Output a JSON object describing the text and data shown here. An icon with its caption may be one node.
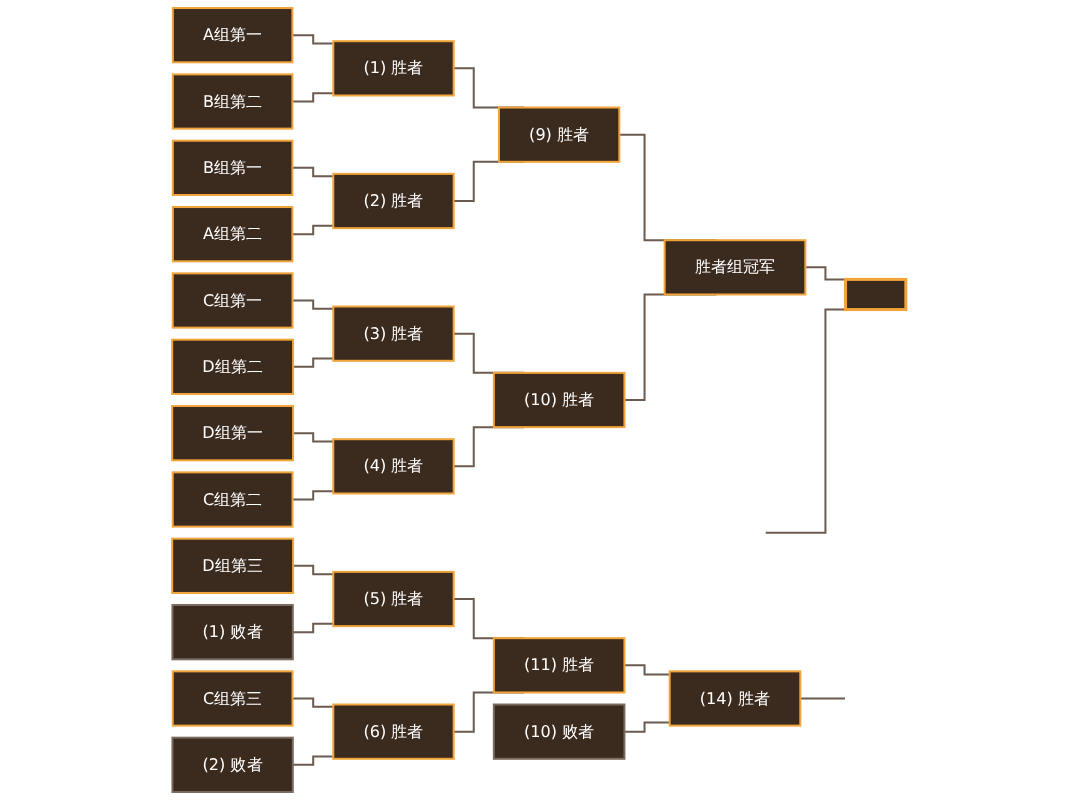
{
  "diagram": {
    "nodes": [
      {
        "text": [
          "A组第一"
        ]
      },
      {
        "text": [
          "B组第二"
        ]
      },
      {
        "text": [
          "B组第一"
        ]
      },
      {
        "text": [
          "A组第二"
        ]
      },
      {
        "text": [
          "C组第一"
        ]
      },
      {
        "text": [
          "D组第二"
        ]
      },
      {
        "text": [
          "D组第一"
        ]
      },
      {
        "text": [
          "C组第二"
        ]
      },
      {
        "text": [
          "(1) 胜者"
        ]
      },
      {
        "text": [
          "(2) 胜者"
        ]
      },
      {
        "text": [
          "(3) 胜者"
        ]
      },
      {
        "text": [
          "(4) 胜者"
        ]
      },
      {
        "text": [
          "(9) 胜者"
        ]
      },
      {
        "text": [
          "(10) 胜者"
        ]
      },
      {
        "text": [
          "胜者组冠军"
        ]
      },
      {
        "text": [],
        "shape": "box"
      },
      {
        "text": [
          "D组第三"
        ]
      },
      {
        "text": [
          "(1) 败者"
        ]
      },
      {
        "text": [
          "C组第三"
        ]
      },
      {
        "text": [
          "(2) 败者"
        ]
      },
      {
        "text": [
          "(5) 胜者"
        ]
      },
      {
        "text": [
          "(6) 胜者"
        ]
      },
      {
        "text": [
          "(11) 胜者"
        ]
      },
      {
        "text": [
          "(10) 败者"
        ]
      },
      {
        "text": [
          "(14) 胜者"
        ]
      }
    ],
    "edges": [
      {
        "from": 0,
        "to": 8,
        "arrow": "none"
      },
      {
        "from": 1,
        "to": 8,
        "arrow": "none"
      },
      {
        "from": 2,
        "to": 9,
        "arrow": "none"
      },
      {
        "from": 3,
        "to": 9,
        "arrow": "none"
      },
      {
        "from": 4,
        "to": 10,
        "arrow": "none"
      },
      {
        "from": 5,
        "to": 10,
        "arrow": "none"
      },
      {
        "from": 6,
        "to": 11,
        "arrow": "none"
      },
      {
        "from": 7,
        "to": 11,
        "arrow": "none"
      },
      {
        "from": 8,
        "to": 12,
        "arrow": "none"
      },
      {
        "from": 9,
        "to": 12,
        "arrow": "none"
      },
      {
        "from": 10,
        "to": 13,
        "arrow": "none"
      },
      {
        "from": 11,
        "to": 13,
        "arrow": "none"
      },
      {
        "from": 12,
        "to": 14,
        "arrow": "none"
      },
      {
        "from": 13,
        "to": 14,
        "arrow": "none"
      },
      {
        "from": 14,
        "to": 15,
        "arrow": "none"
      },
      {
        "from": null,
        "to": 15,
        "arrow": "none"
      },
      {
        "from": 16,
        "to": 20,
        "arrow": "none"
      },
      {
        "from": 17,
        "to": 20,
        "arrow": "none"
      },
      {
        "from": 18,
        "to": 21,
        "arrow": "none"
      },
      {
        "from": 19,
        "to": 21,
        "arrow": "none"
      },
      {
        "from": 20,
        "to": 22,
        "arrow": "none"
      },
      {
        "from": 21,
        "to": 22,
        "arrow": "none"
      },
      {
        "from": 22,
        "to": 24,
        "arrow": "none"
      },
      {
        "from": 23,
        "to": 24,
        "arrow": "none"
      },
      {
        "from": 24,
        "to": null,
        "arrow": "none"
      }
    ]
  }
}
